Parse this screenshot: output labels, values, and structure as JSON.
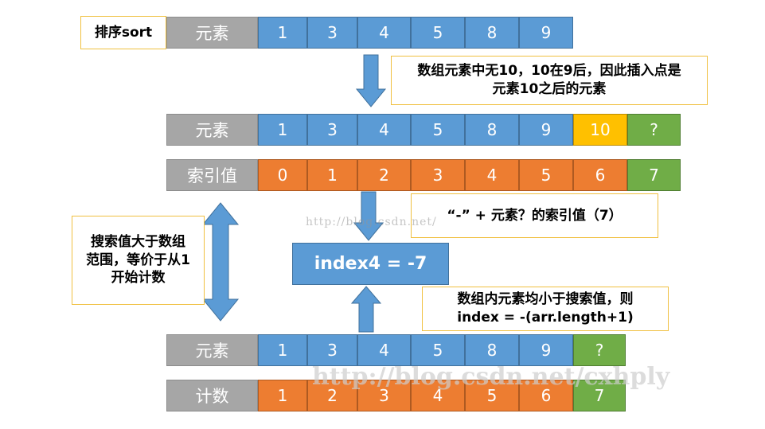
{
  "sort_label": "排序sort",
  "row1": {
    "label": "元素",
    "values": [
      "1",
      "3",
      "4",
      "5",
      "8",
      "9"
    ]
  },
  "note1": {
    "line1": "数组元素中无10，10在9后，因此插入点是",
    "line2": "元素10之后的元素"
  },
  "row2": {
    "label": "元素",
    "values": [
      "1",
      "3",
      "4",
      "5",
      "8",
      "9",
      "10",
      "?"
    ]
  },
  "row3": {
    "label": "索引值",
    "values": [
      "0",
      "1",
      "2",
      "3",
      "4",
      "5",
      "6",
      "7"
    ]
  },
  "note2": {
    "text": "“-” + 元素？的索引值（7）"
  },
  "note3": {
    "line1": "搜索值大于数组",
    "line2": "范围，等价于从1",
    "line3": "开始计数"
  },
  "index_box": {
    "text": "index4 = -7"
  },
  "note4": {
    "line1": "数组内元素均小于搜索值，则",
    "line2": "index = -(arr.length+1)"
  },
  "row4": {
    "label": "元素",
    "values": [
      "1",
      "3",
      "4",
      "5",
      "8",
      "9",
      "?"
    ]
  },
  "row5": {
    "label": "计数",
    "values": [
      "1",
      "2",
      "3",
      "4",
      "5",
      "6",
      "7"
    ]
  },
  "watermark_small": "http://blog.csdn.net/",
  "watermark_large": "http://blog.csdn.net/cxhply",
  "colors": {
    "blue": "#5b9bd5",
    "orange": "#ed7d31",
    "gold": "#ffc000",
    "green": "#70ad47",
    "gray": "#a6a6a6"
  }
}
